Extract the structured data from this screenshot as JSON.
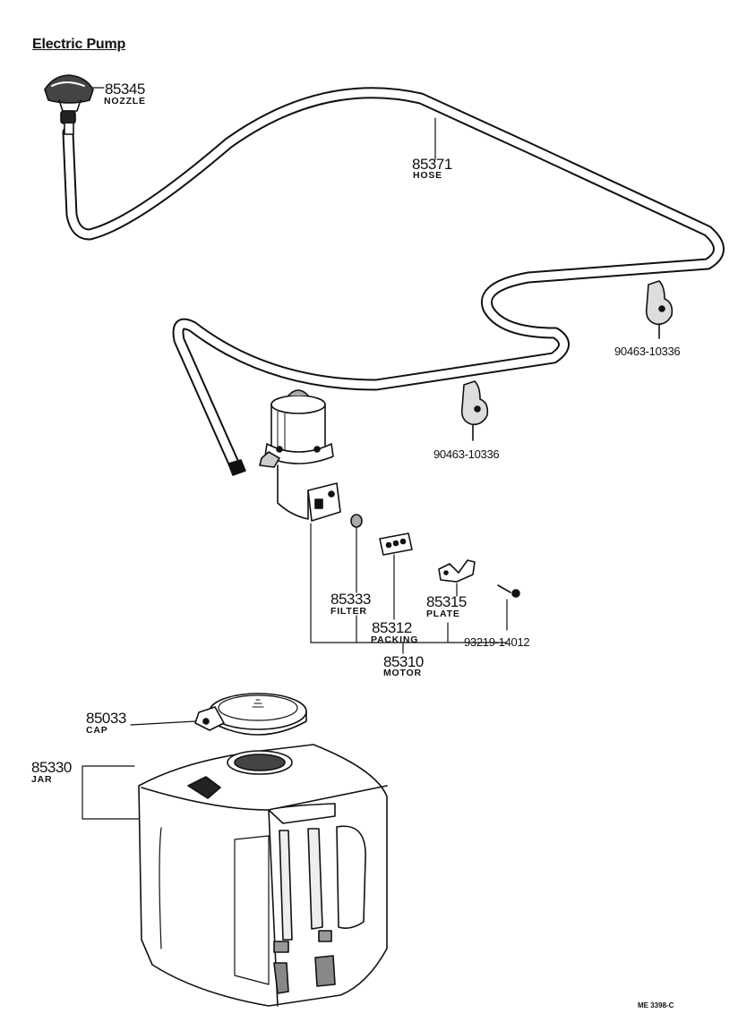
{
  "title": "Electric Pump",
  "diagram_code": "ME 3398-C",
  "parts": {
    "nozzle": {
      "number": "85345",
      "name": "NOZZLE"
    },
    "hose": {
      "number": "85371",
      "name": "HOSE"
    },
    "clamp_right": {
      "number": "90463-10336"
    },
    "clamp_center": {
      "number": "90463-10336"
    },
    "filter": {
      "number": "85333",
      "name": "FILTER"
    },
    "packing": {
      "number": "85312",
      "name": "PACKING"
    },
    "plate": {
      "number": "85315",
      "name": "PLATE"
    },
    "screw": {
      "number": "93219-14012"
    },
    "motor": {
      "number": "85310",
      "name": "MOTOR"
    },
    "cap": {
      "number": "85033",
      "name": "CAP"
    },
    "jar": {
      "number": "85330",
      "name": "JAR"
    }
  },
  "colors": {
    "ink": "#111111",
    "paper": "#ffffff"
  }
}
